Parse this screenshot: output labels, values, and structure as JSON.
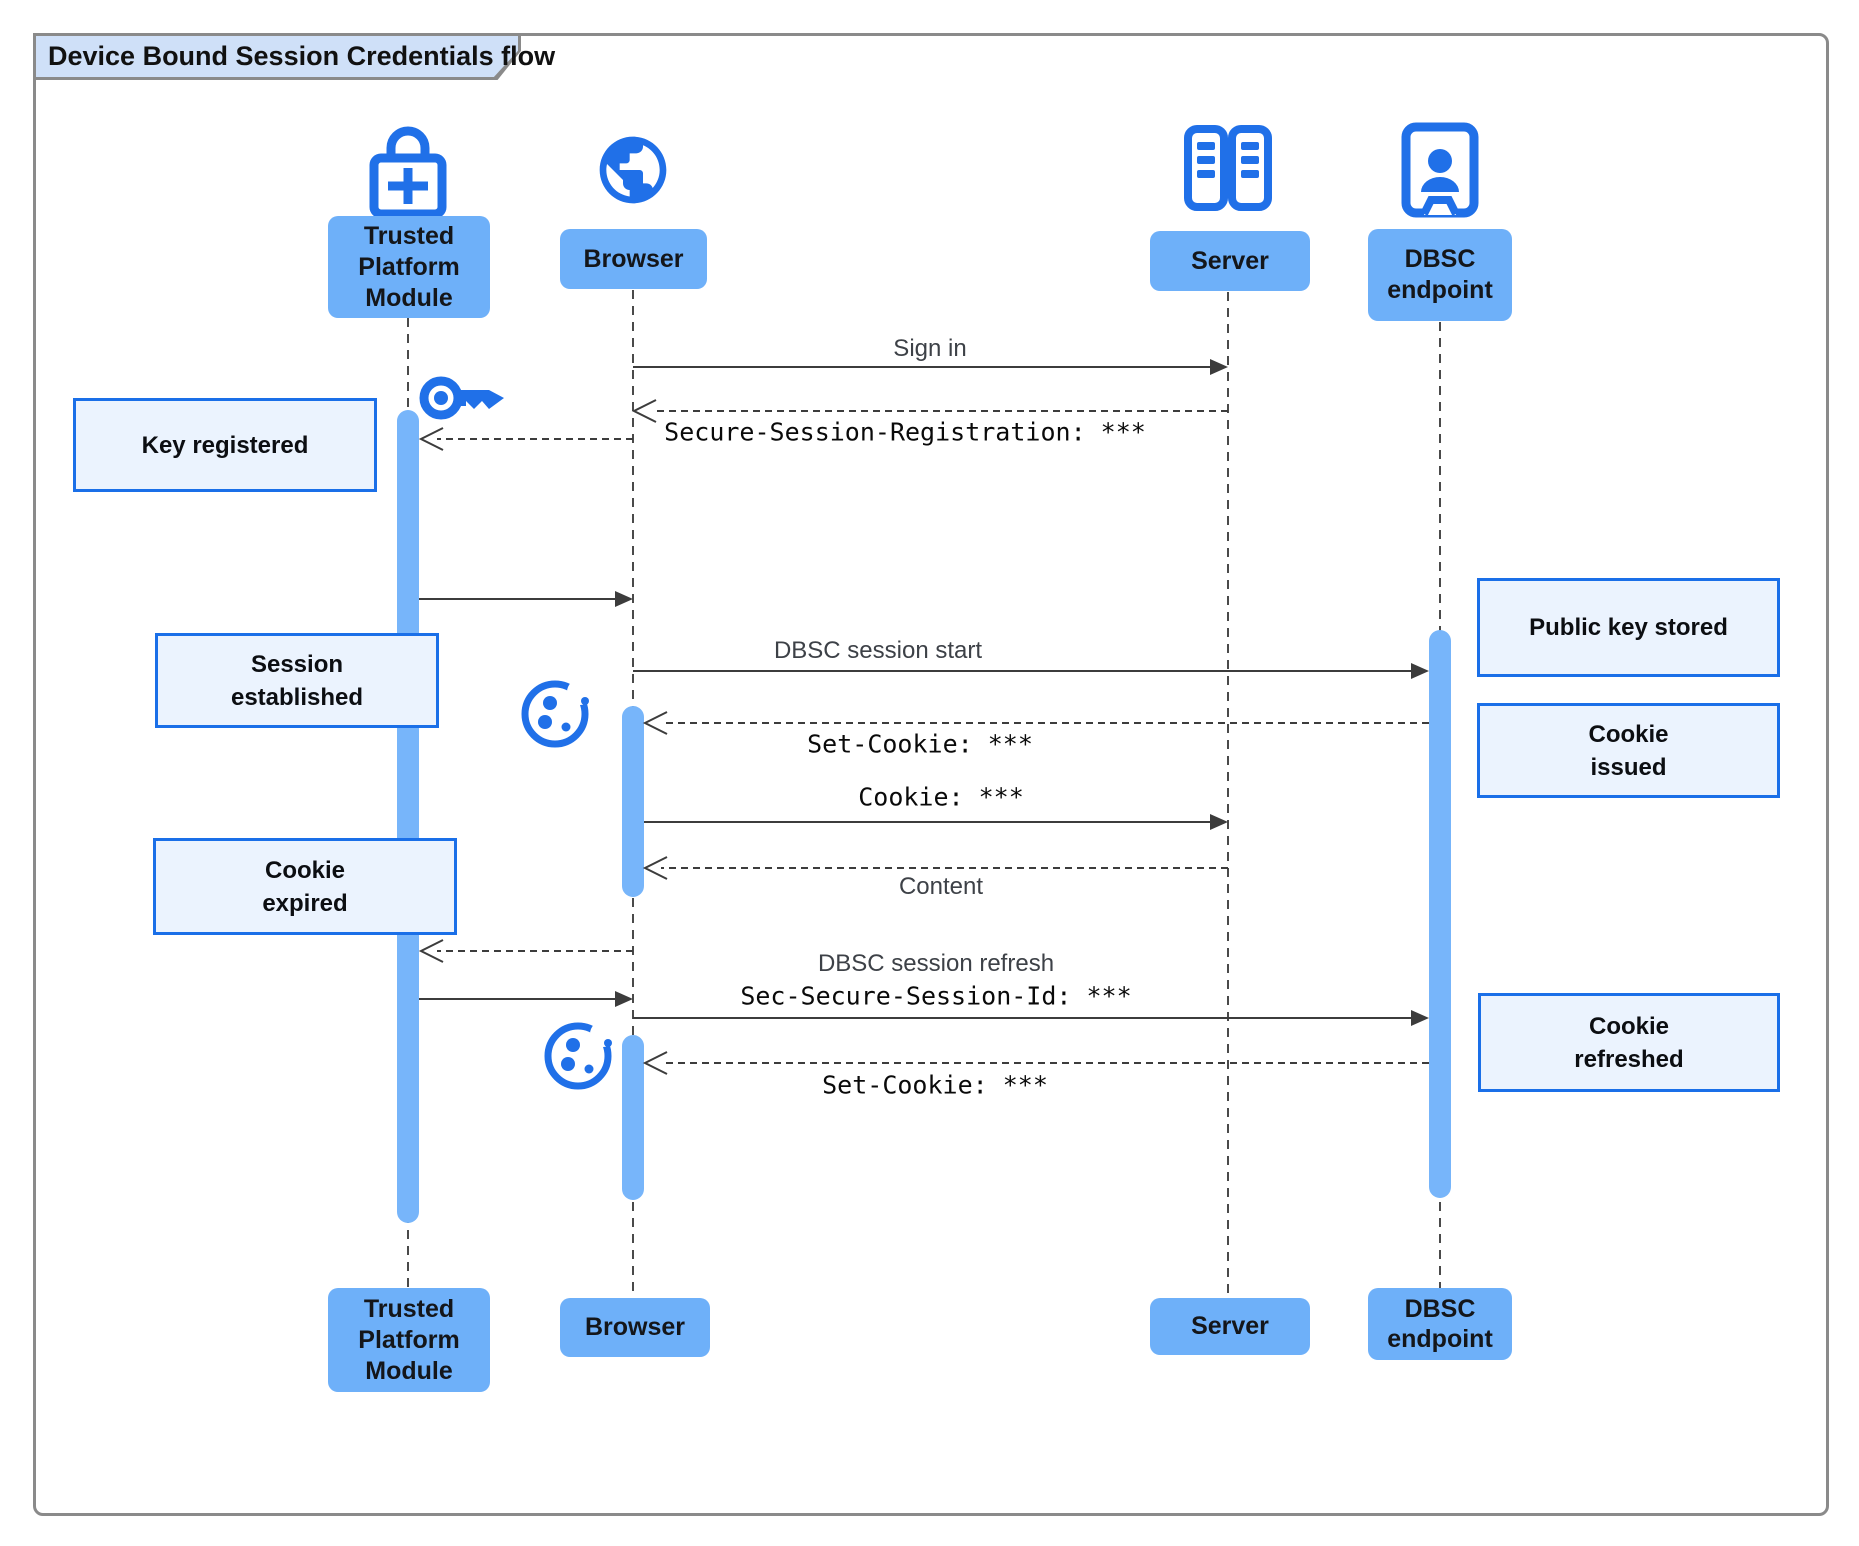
{
  "diagram": {
    "title": "Device Bound Session Credentials flow"
  },
  "participants": {
    "tpm": {
      "label": "Trusted\nPlatform\nModule",
      "icon": "lock-plus-icon"
    },
    "browser": {
      "label": "Browser",
      "icon": "globe-icon"
    },
    "server": {
      "label": "Server",
      "icon": "server-rack-icon"
    },
    "dbsc": {
      "label": "DBSC\nendpoint",
      "icon": "person-badge-icon"
    }
  },
  "messages": {
    "sign_in": "Sign in",
    "secure_session_registration": "Secure-Session-Registration: ***",
    "dbsc_session_start": "DBSC session start",
    "set_cookie_1": "Set-Cookie: ***",
    "cookie": "Cookie: ***",
    "content": "Content",
    "dbsc_session_refresh": "DBSC session refresh",
    "sec_secure_session_id": "Sec-Secure-Session-Id: ***",
    "set_cookie_2": "Set-Cookie: ***"
  },
  "notes": {
    "key_registered": "Key registered",
    "session_established": "Session\nestablished",
    "cookie_expired": "Cookie\nexpired",
    "public_key_stored": "Public key stored",
    "cookie_issued": "Cookie\nissued",
    "cookie_refreshed": "Cookie\nrefreshed"
  },
  "colors": {
    "participant_fill": "#6eb0f9",
    "activation_fill": "#77b5fa",
    "icon_blue": "#2070e8",
    "note_fill": "#ebf3fe",
    "note_border": "#1a6fe8",
    "title_fill": "#cfe0f8",
    "frame_border": "#8a8a8a",
    "line_color": "#3c3c3c"
  }
}
